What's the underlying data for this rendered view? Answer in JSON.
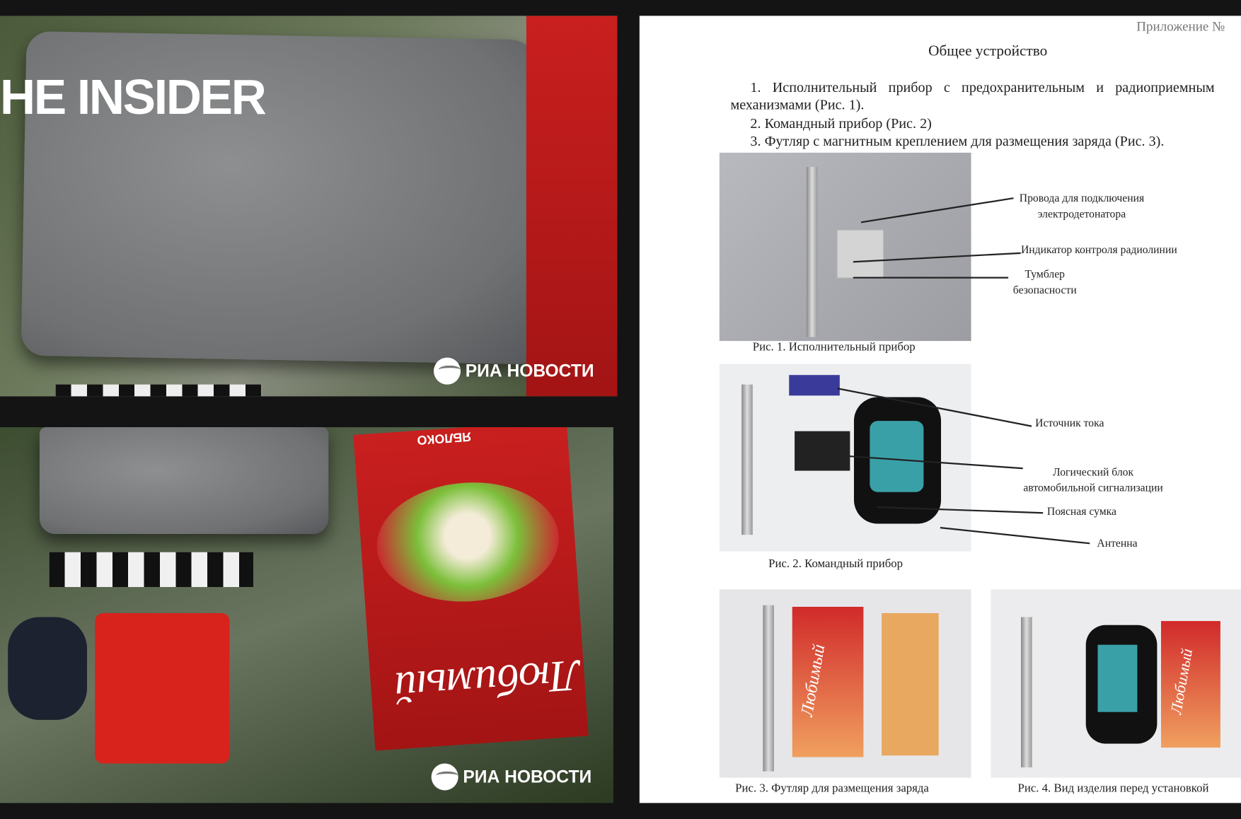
{
  "watermarks": {
    "insider": "HE INSIDER",
    "ria_top": "РИА НОВОСТИ",
    "ria_bottom": "РИА НОВОСТИ"
  },
  "carton": {
    "flavor": "ЯБЛОКО",
    "brand": "Любимый"
  },
  "document": {
    "appendix": "Приложение №",
    "title": "Общее устройство",
    "items": [
      "1. Исполнительный прибор с предохранительным и радиоприемным",
      "механизмами (Рис. 1).",
      "2. Командный прибор (Рис. 2)",
      "3. Футляр с магнитным креплением для размещения заряда (Рис. 3)."
    ],
    "fig1": {
      "caption": "Рис. 1. Исполнительный прибор",
      "labels": [
        "Провода для подключения",
        "электродетонатора",
        "Индикатор контроля радиолинии",
        "Тумблер",
        "безопасности"
      ]
    },
    "fig2": {
      "caption": "Рис. 2. Командный прибор",
      "labels": [
        "Источник тока",
        "Логический блок",
        "автомобильной сигнализации",
        "Поясная сумка",
        "Антенна"
      ]
    },
    "fig3": {
      "caption": "Рис. 3. Футляр для размещения заряда",
      "brand": "Любимый"
    },
    "fig4": {
      "caption": "Рис. 4. Вид изделия перед установкой",
      "brand": "Любимый"
    }
  }
}
